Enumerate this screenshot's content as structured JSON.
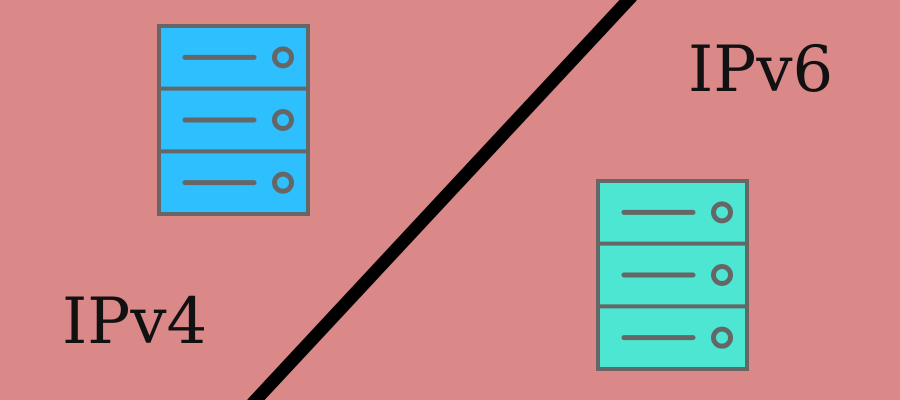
{
  "scene": {
    "background_color": "#DA8888",
    "divider_color": "#000000"
  },
  "labels": {
    "ipv4": "IPv4",
    "ipv6": "IPv6"
  },
  "servers": {
    "ipv4": {
      "icon": "server-rack-icon",
      "fill_color": "#2EBFFF",
      "units": 3
    },
    "ipv6": {
      "icon": "server-rack-icon",
      "fill_color": "#4DE6D3",
      "units": 3
    }
  },
  "server_style": {
    "stroke_color": "#666666"
  }
}
